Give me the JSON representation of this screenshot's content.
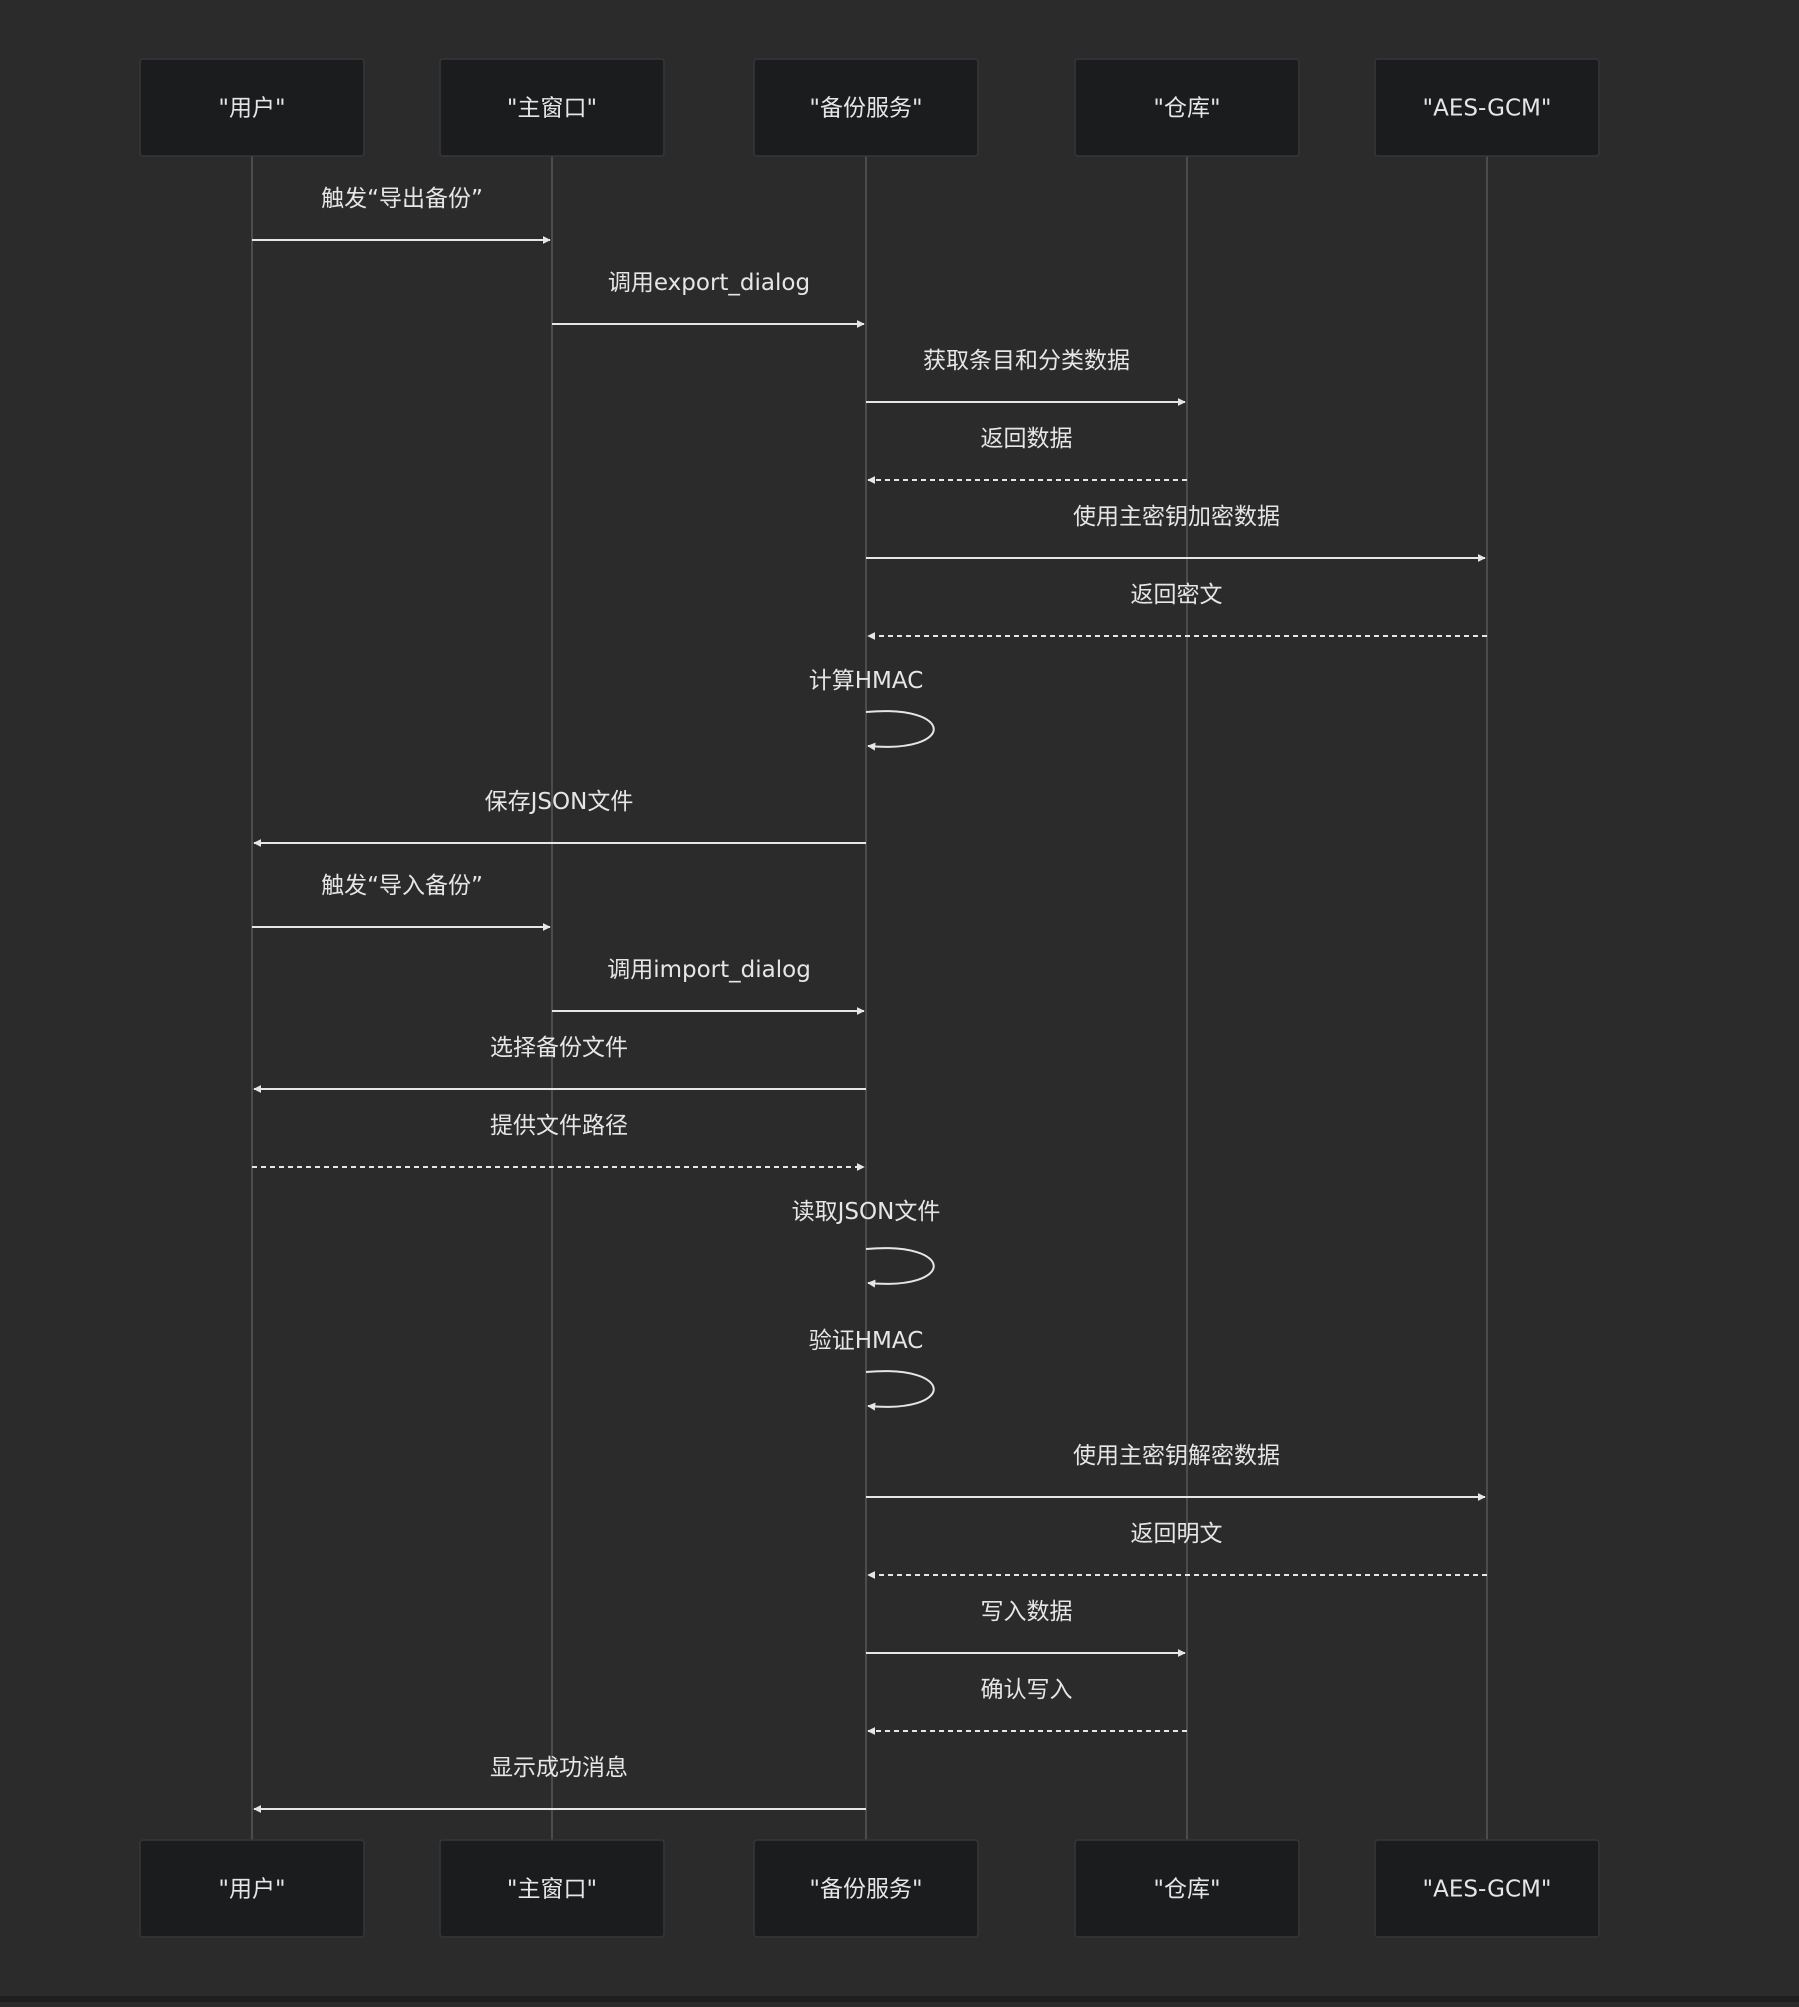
{
  "colors": {
    "background": "#2b2b2b",
    "actor_box_fill": "#1b1c1e",
    "actor_box_stroke": "#34363a",
    "lifeline": "#4a4c50",
    "arrow": "#e6e6e6",
    "text": "#e6e6e6"
  },
  "diagram": {
    "type": "sequence",
    "participants": [
      {
        "id": "user",
        "label": "\"用户\""
      },
      {
        "id": "mainwin",
        "label": "\"主窗口\""
      },
      {
        "id": "backup",
        "label": "\"备份服务\""
      },
      {
        "id": "repo",
        "label": "\"仓库\""
      },
      {
        "id": "aes",
        "label": "\"AES-GCM\""
      }
    ],
    "messages": [
      {
        "from": "user",
        "to": "mainwin",
        "label": "触发“导出备份”",
        "style": "solid"
      },
      {
        "from": "mainwin",
        "to": "backup",
        "label": "调用export_dialog",
        "style": "solid"
      },
      {
        "from": "backup",
        "to": "repo",
        "label": "获取条目和分类数据",
        "style": "solid"
      },
      {
        "from": "repo",
        "to": "backup",
        "label": "返回数据",
        "style": "dashed"
      },
      {
        "from": "backup",
        "to": "aes",
        "label": "使用主密钥加密数据",
        "style": "solid"
      },
      {
        "from": "aes",
        "to": "backup",
        "label": "返回密文",
        "style": "dashed"
      },
      {
        "from": "backup",
        "to": "backup",
        "label": "计算HMAC",
        "style": "self"
      },
      {
        "from": "backup",
        "to": "user",
        "label": "保存JSON文件",
        "style": "solid"
      },
      {
        "from": "user",
        "to": "mainwin",
        "label": "触发“导入备份”",
        "style": "solid"
      },
      {
        "from": "mainwin",
        "to": "backup",
        "label": "调用import_dialog",
        "style": "solid"
      },
      {
        "from": "backup",
        "to": "user",
        "label": "选择备份文件",
        "style": "solid"
      },
      {
        "from": "user",
        "to": "backup",
        "label": "提供文件路径",
        "style": "dashed"
      },
      {
        "from": "backup",
        "to": "backup",
        "label": "读取JSON文件",
        "style": "self"
      },
      {
        "from": "backup",
        "to": "backup",
        "label": "验证HMAC",
        "style": "self"
      },
      {
        "from": "backup",
        "to": "aes",
        "label": "使用主密钥解密数据",
        "style": "solid"
      },
      {
        "from": "aes",
        "to": "backup",
        "label": "返回明文",
        "style": "dashed"
      },
      {
        "from": "backup",
        "to": "repo",
        "label": "写入数据",
        "style": "solid"
      },
      {
        "from": "repo",
        "to": "backup",
        "label": "确认写入",
        "style": "dashed"
      },
      {
        "from": "backup",
        "to": "user",
        "label": "显示成功消息",
        "style": "solid"
      }
    ]
  }
}
